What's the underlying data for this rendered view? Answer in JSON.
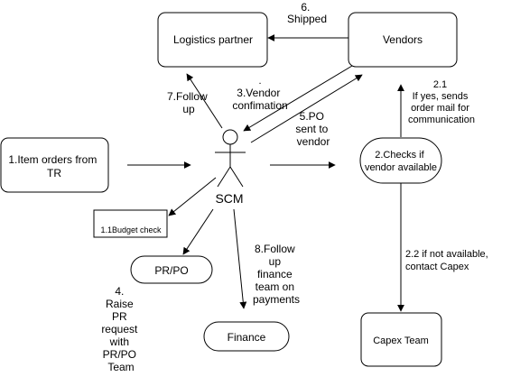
{
  "nodes": {
    "logistics": "Logistics partner",
    "vendors": "Vendors",
    "item_orders": [
      "1.Item orders from",
      "TR"
    ],
    "scm": "SCM",
    "checks_vendor": [
      "2.Checks if",
      "vendor available"
    ],
    "budget_check": "1.1Budget check",
    "pr_po": "PR/PO",
    "finance": "Finance",
    "capex_team": "Capex Team"
  },
  "edge_labels": {
    "shipped": [
      "6.",
      "Shipped"
    ],
    "vendor_confirmation": [
      "3.Vendor",
      "confimation"
    ],
    "follow_up": [
      "7.Follow",
      "up"
    ],
    "po_sent": [
      "5.PO",
      "sent to",
      "vendor"
    ],
    "if_yes": [
      "2.1",
      "If yes, sends",
      "order mail for",
      "communication"
    ],
    "if_not": [
      "2.2 if not available,",
      "contact Capex"
    ],
    "follow_finance": [
      "8.Follow",
      "up",
      "finance",
      "team on",
      "payments"
    ],
    "raise_pr": [
      "4.",
      "Raise",
      "PR",
      "request",
      "with",
      "PR/PO",
      "Team"
    ],
    "dot": "."
  },
  "colors": {
    "stroke": "#000000",
    "background": "#ffffff"
  }
}
